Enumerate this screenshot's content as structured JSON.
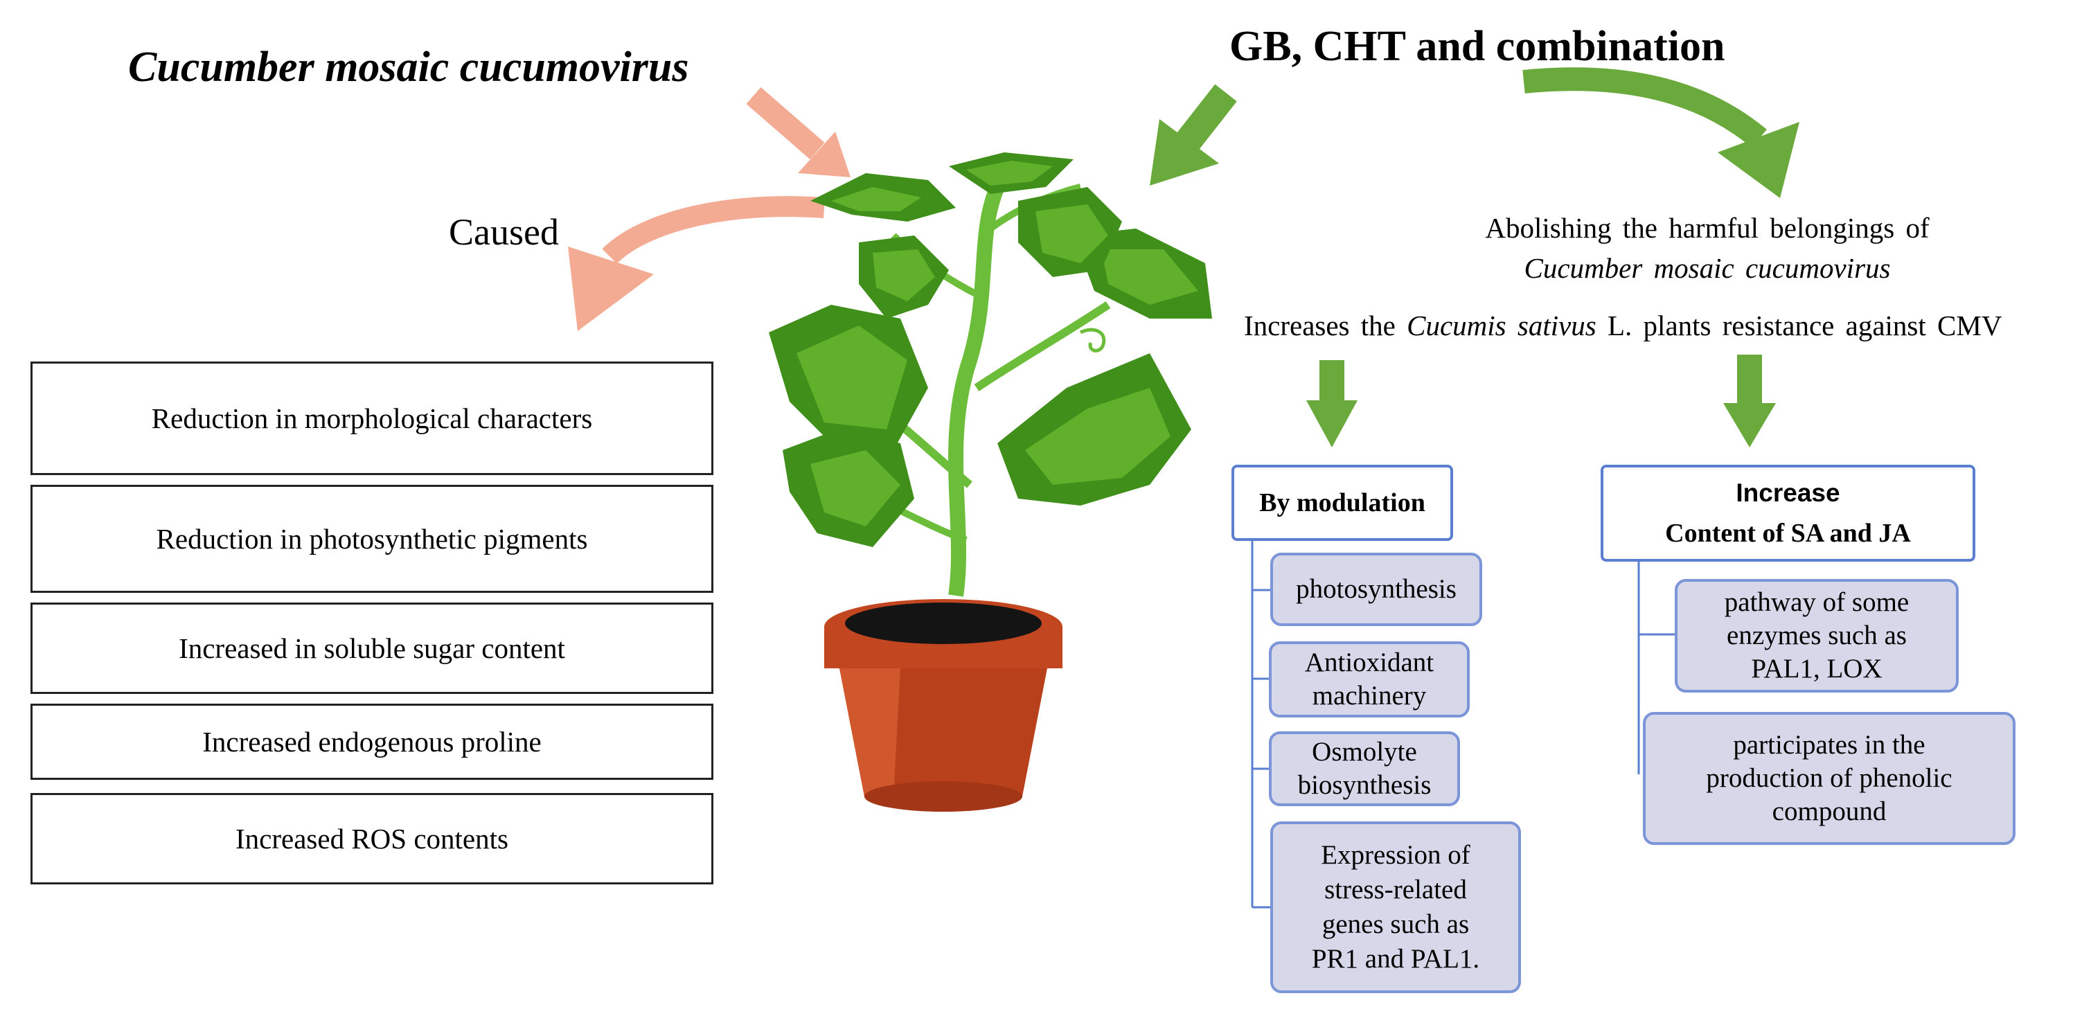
{
  "virus_title": "Cucumber mosaic cucumovirus",
  "treatment_title": "GB, CHT and combination",
  "caused_label": "Caused",
  "effects": [
    "Reduction in morphological characters",
    "Reduction in photosynthetic pigments",
    "Increased in soluble sugar content",
    "Increased endogenous proline",
    "Increased ROS contents"
  ],
  "abolish": {
    "line1": "Abolishing the harmful belongings of",
    "line2": "Cucumber mosaic cucumovirus"
  },
  "increases": {
    "prefix": "Increases the",
    "species": "Cucumis sativus",
    "suffix": "L. plants resistance against CMV"
  },
  "modulation": {
    "header": "By modulation",
    "items": [
      [
        "photosynthesis"
      ],
      [
        "Antioxidant",
        "machinery"
      ],
      [
        "Osmolyte",
        "biosynthesis"
      ],
      [
        "Expression of",
        "stress-related",
        "genes such as",
        "PR1 and PAL1."
      ]
    ]
  },
  "increase_branch": {
    "header_line1": "Increase",
    "header_line2": "Content of SA and JA",
    "items": [
      [
        "pathway of some",
        "enzymes such as",
        "PAL1, LOX"
      ],
      [
        "participates in the",
        "production of phenolic",
        "compound"
      ]
    ]
  },
  "colors": {
    "virus_arrow": "#f4ab93",
    "treatment_arrow": "#6aaa3c",
    "box_border": "#5b7fd0",
    "pill_fill": "#d6d8ea",
    "pot": "#c2461f",
    "leaf": "#4c9a1d"
  },
  "icons": [
    "cucumber-plant-in-pot-illustration"
  ]
}
